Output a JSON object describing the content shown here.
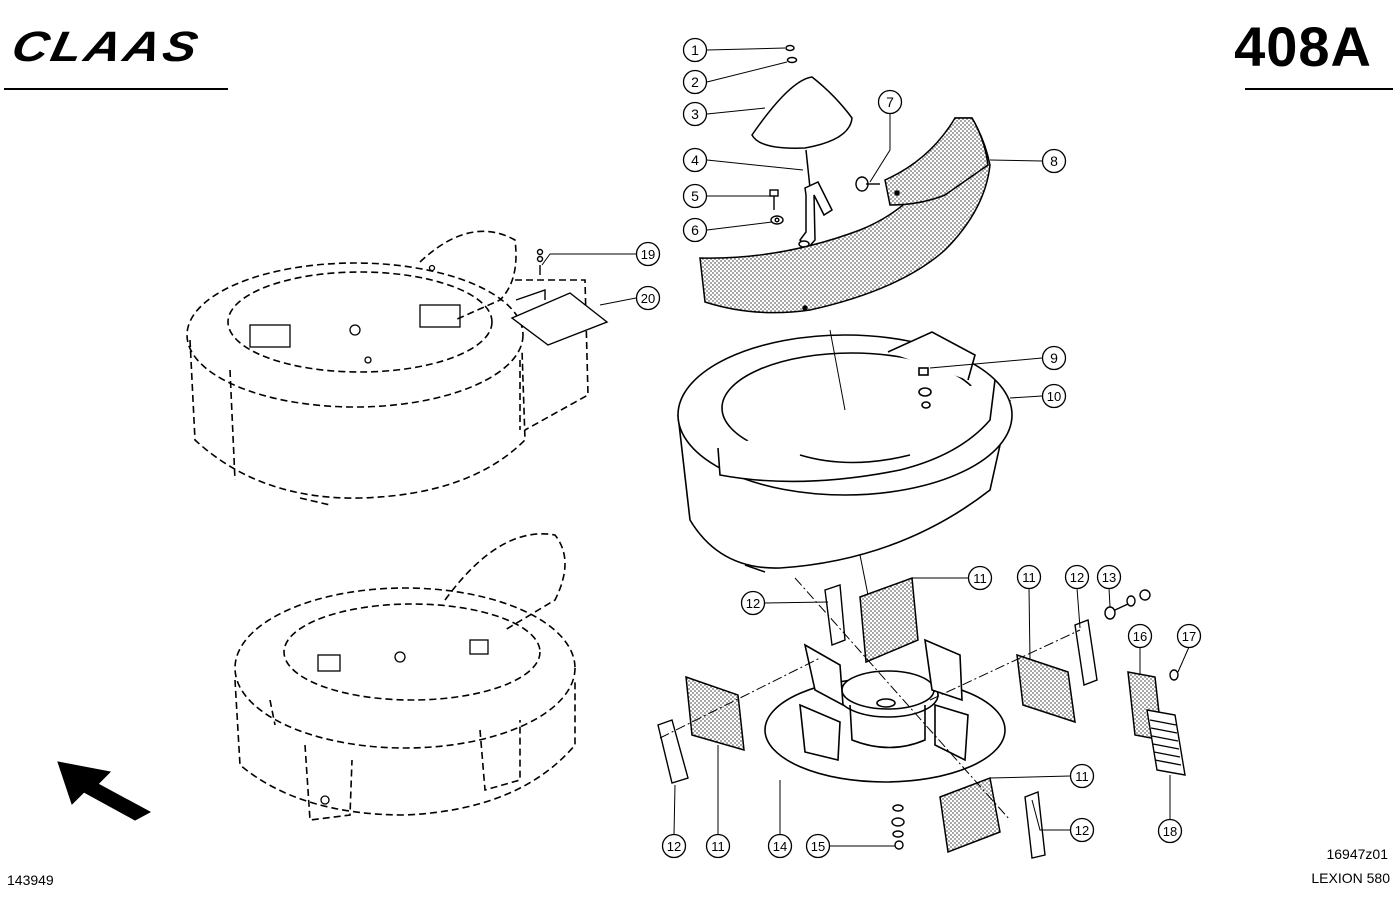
{
  "header": {
    "brand": "CLAAS",
    "page_code": "408A"
  },
  "footer": {
    "illustration_no": "143949",
    "drawing_no": "16947z01",
    "model": "LEXION 580"
  },
  "callouts": [
    "1",
    "2",
    "3",
    "4",
    "5",
    "6",
    "7",
    "8",
    "9",
    "10",
    "11",
    "12",
    "13",
    "14",
    "15",
    "16",
    "17",
    "18",
    "19",
    "20"
  ],
  "colors": {
    "ink": "#000000",
    "hatch": "#8a8a8a",
    "paper": "#ffffff"
  }
}
